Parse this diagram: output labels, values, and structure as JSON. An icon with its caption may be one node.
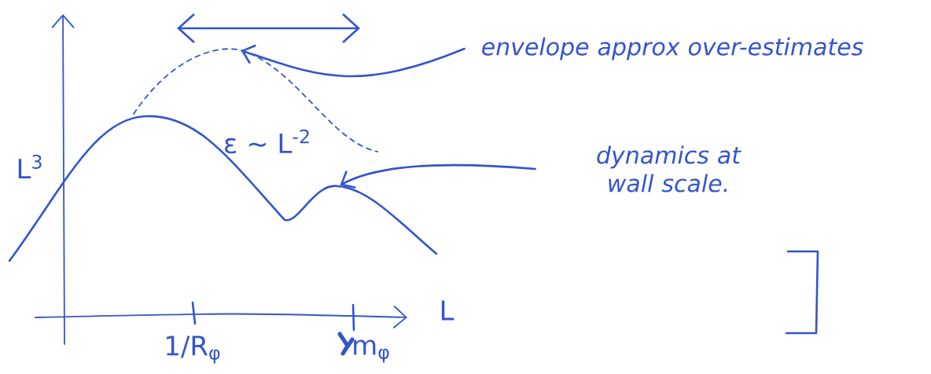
{
  "diagram": {
    "nodes": [
      {
        "text": [
          "envelope approx over-estimates"
        ]
      },
      {
        "text": [
          "dynamics at wall scale."
        ]
      },
      {
        "text": [],
        "shape": "curve"
      },
      {
        "text": [],
        "shape": "curve"
      }
    ],
    "edges": [
      {
        "from": 0,
        "to": 2,
        "arrow": "to"
      },
      {
        "from": 1,
        "to": 3,
        "arrow": "to"
      }
    ],
    "labels": [
      "L$^{3}$",
      "ε ~ L$^{-2}$",
      "L",
      "1/R$_{φ}$",
      "m$_{φ}$"
    ]
  }
}
